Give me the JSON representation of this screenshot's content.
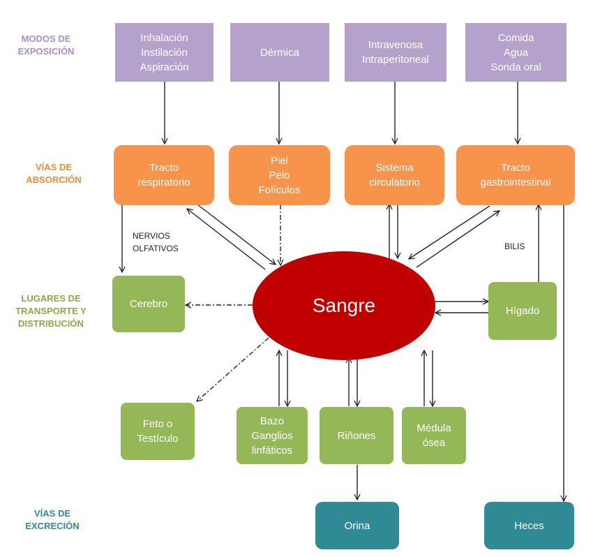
{
  "row_labels": {
    "exposure": "MODOS DE\nEXPOSICIÓN",
    "absorption": "VÍAS DE\nABSORCIÓN",
    "distribution": "LUGARES DE\nTRANSPORTE Y\nDISTRIBUCIÓN",
    "excretion": "VÍAS DE\nEXCRECIÓN"
  },
  "exposure": {
    "inhalation": "Inhalación\nInstilación\nAspiración",
    "dermal": "Dérmica",
    "intravenous": "Intravenosa\nIntraperitoneal",
    "oral": "Comida\nAgua\nSonda oral"
  },
  "absorption": {
    "respiratory": "Tracto\nrespiratorio",
    "skin": "Piel\nPelo\nFolículos",
    "circulatory": "Sistema\ncirculatorio",
    "gastro": "Tracto\ngastrointestinal"
  },
  "center": {
    "blood": "Sangre"
  },
  "distribution": {
    "brain": "Cerebro",
    "liver": "Hígado",
    "fetus": "Feto o\nTestículo",
    "spleen": "Bazo\nGanglios\nlinfáticos",
    "kidneys": "Riñones",
    "marrow": "Médula\nósea"
  },
  "excretion": {
    "urine": "Orina",
    "feces": "Heces"
  },
  "edge_labels": {
    "olfactory": "NERVIOS\nOLFATIVOS",
    "bile": "BILIS"
  },
  "colors": {
    "exposure": "#b4a2cc",
    "absorption": "#f7934a",
    "distribution": "#94b858",
    "excretion": "#2f8a96",
    "blood": "#c00000",
    "label_exposure": "#a68fc8",
    "label_absorption": "#f28a3c",
    "label_distribution": "#8aab4a",
    "label_excretion": "#2f8a96"
  }
}
